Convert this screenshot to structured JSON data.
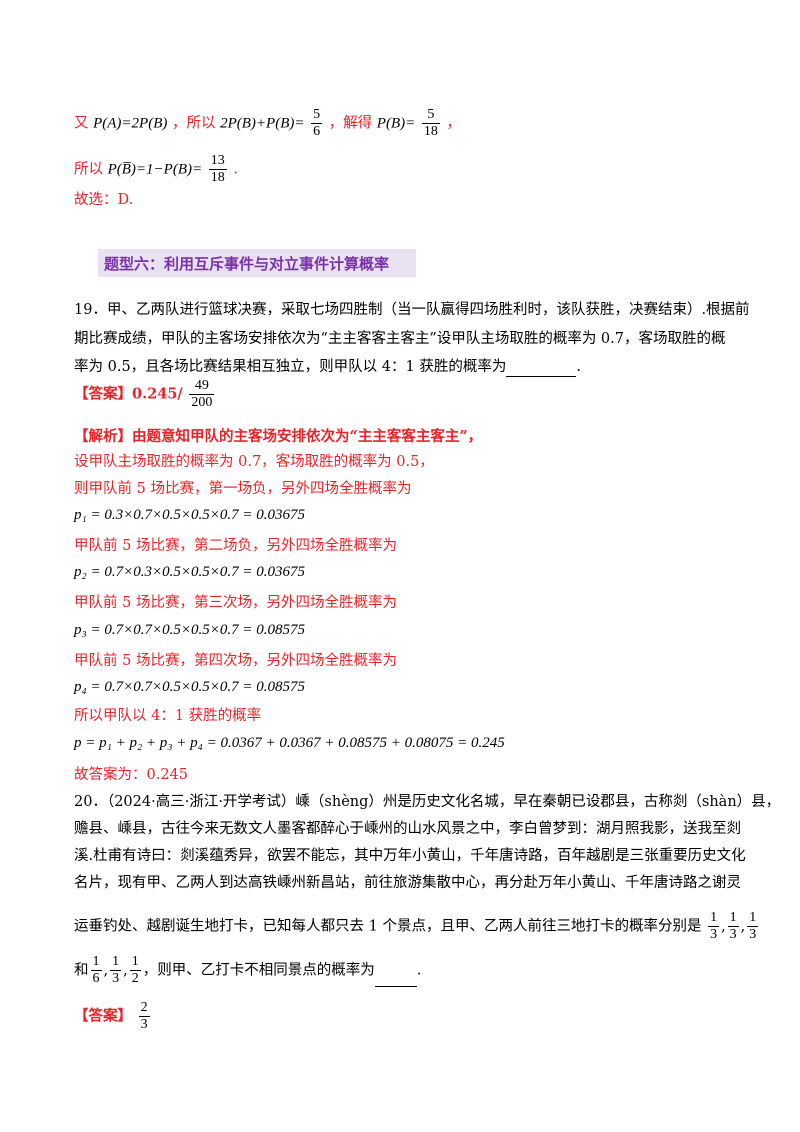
{
  "prev": {
    "line1_a": "又",
    "line1_eq1": "P(A)=2P(B)",
    "line1_b": "，所以",
    "line1_eq2": "2P(B)+P(B)=",
    "line1_c": "，解得",
    "line1_eq3": "P(B)=",
    "line1_d": "，",
    "frac_5_6": [
      "5",
      "6"
    ],
    "frac_5_18": [
      "5",
      "18"
    ],
    "line2_a": "所以",
    "line2_eq": "P(B̅)=1−P(B)=",
    "frac_13_18": [
      "13",
      "18"
    ],
    "line2_end": ".",
    "choice": "故选：D."
  },
  "section_heading": "题型六：利用互斥事件与对立事件计算概率",
  "q19": {
    "line1": "19．甲、乙两队进行篮球决赛，采取七场四胜制（当一队赢得四场胜利时，该队获胜，决赛结束）.根据前",
    "line2": "期比赛成绩，甲队的主客场安排依次为“主主客客主客主”设甲队主场取胜的概率为 0.7，客场取胜的概",
    "line3": "率为 0.5，且各场比赛结果相互独立，则甲队以 4：1 获胜的概率为",
    "line3_end": ".",
    "answer_label": "【答案】",
    "answer_value": "0.245/",
    "answer_frac": [
      "49",
      "200"
    ],
    "analysis": [
      "【解析】由题意知甲队的主客场安排依次为“主主客客主客主”，",
      "设甲队主场取胜的概率为 0.7，客场取胜的概率为 0.5，",
      "则甲队前 5 场比赛，第一场负，另外四场全胜概率为",
      "p₁ = 0.3×0.7×0.5×0.5×0.7 = 0.03675",
      "甲队前 5 场比赛，第二场负，另外四场全胜概率为",
      "p₂ = 0.7×0.3×0.5×0.5×0.7 = 0.03675",
      "甲队前 5 场比赛，第三次场，另外四场全胜概率为",
      "p₃ = 0.7×0.7×0.5×0.5×0.7 = 0.08575",
      "甲队前 5 场比赛，第四次场，另外四场全胜概率为",
      "p₄ = 0.7×0.7×0.5×0.5×0.7 = 0.08575",
      "所以甲队以 4：1 获胜的概率",
      "p = p₁ + p₂ + p₃ + p₄ = 0.0367 + 0.0367 + 0.08575 + 0.08075 = 0.245",
      "故答案为：0.245"
    ]
  },
  "q20": {
    "line1": "20．（2024·高三·浙江·开学考试）嵊（shèng）州是历史文化名城，早在秦朝已设郡县，古称剡（shàn）县，",
    "line2": "赡县、嵊县，古往今来无数文人墨客都醉心于嵊州的山水风景之中，李白曾梦到：湖月照我影，送我至剡",
    "line3": "溪.杜甫有诗曰：剡溪蕴秀异，欲罢不能忘，其中万年小黄山，千年唐诗路，百年越剧是三张重要历史文化",
    "line4": "名片，现有甲、乙两人到达高铁嵊州新昌站，前往旅游集散中心，再分赴万年小黄山、千年唐诗路之谢灵",
    "line5": "运垂钓处、越剧诞生地打卡，已知每人都只去 1 个景点，且甲、乙两人前往三地打卡的概率分别是",
    "fracs_a": [
      [
        "1",
        "3"
      ],
      [
        "1",
        "3"
      ],
      [
        "1",
        "3"
      ]
    ],
    "line6_a": "和",
    "fracs_b": [
      [
        "1",
        "6"
      ],
      [
        "1",
        "3"
      ],
      [
        "1",
        "2"
      ]
    ],
    "line6_b": "，则甲、乙打卡不相同景点的概率为",
    "line6_end": ".",
    "answer_label": "【答案】",
    "answer_frac": [
      "2",
      "3"
    ]
  }
}
